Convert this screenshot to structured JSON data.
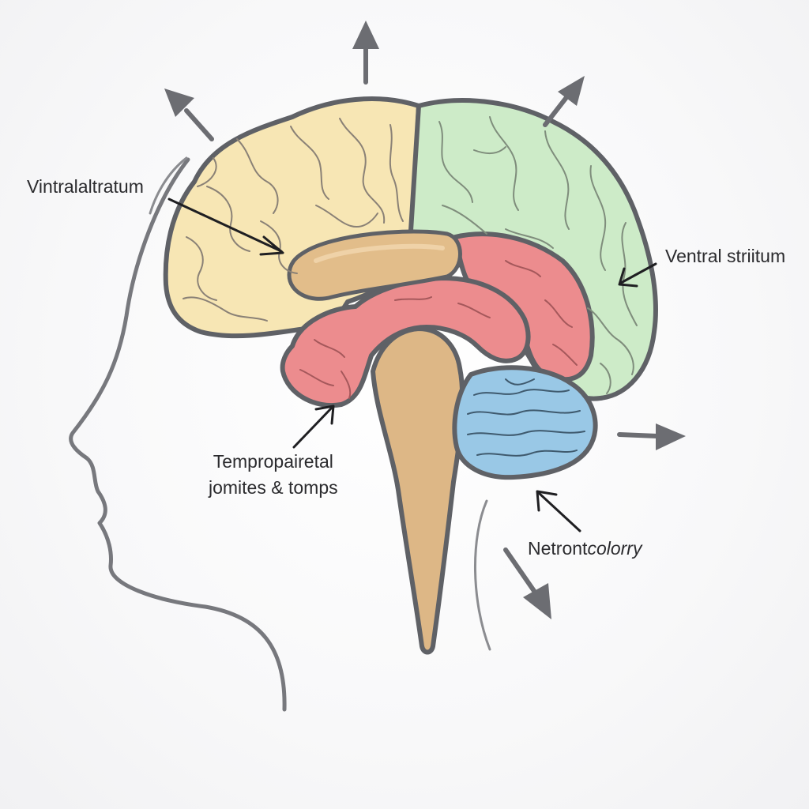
{
  "labels": {
    "vintral": "Vintralaltratum",
    "ventral": "Ventral striitum",
    "temporal_line1": "Tempropairetal",
    "temporal_line2": "jomites & tomps",
    "netro_a": "Netront",
    "netro_b": "colorry"
  },
  "colors": {
    "frontal_lobe": "#f7e6b4",
    "parietal_lobe": "#cdebc8",
    "limbic_region": "#ec8c8e",
    "corpus_callosum": "#e2bd8a",
    "brainstem": "#ddb786",
    "cerebellum": "#99c8e6",
    "outline": "#5f6166",
    "arrows": "#6c6d72",
    "text": "#2b2b2e"
  }
}
